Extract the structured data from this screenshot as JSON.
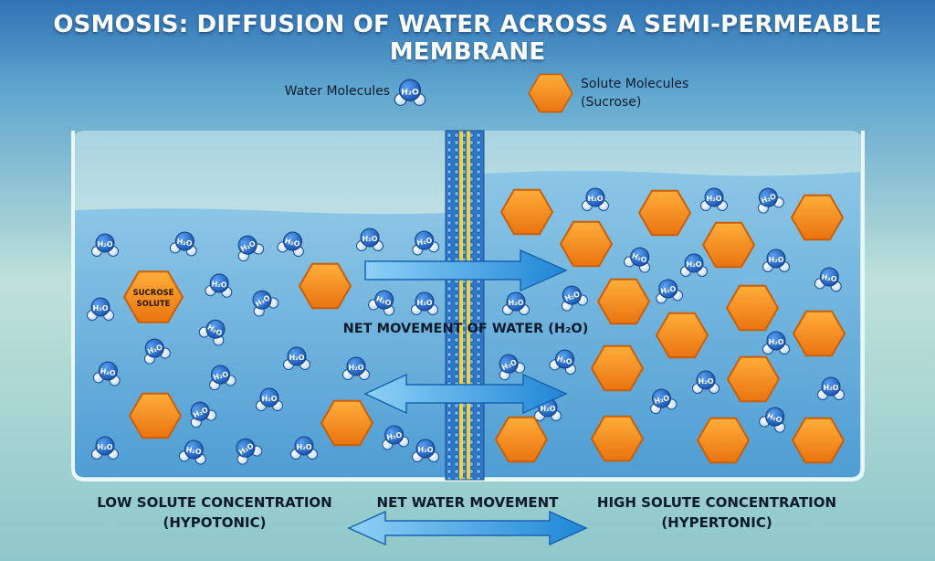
{
  "title": "OSMOSIS: DIFFUSION OF WATER ACROSS A SEMI-PERMEABLE MEMBRANE",
  "legend": {
    "water_label": "Water Molecules",
    "water_icon_text": "H₂O",
    "solute_label_line1": "Solute Molecules",
    "solute_label_line2": "(Sucrose)"
  },
  "sucrose_tag_line1": "SUCROSE",
  "sucrose_tag_line2": "SOLUTE",
  "net_movement_label": "NET MOVEMENT OF WATER (H₂O)",
  "low_side": {
    "line1": "LOW SOLUTE CONCENTRATION",
    "line2": "(HYPOTONIC)"
  },
  "high_side": {
    "line1": "HIGH SOLUTE CONCENTRATION",
    "line2": "(HYPERTONIC)"
  },
  "net_water_movement_label": "NET WATER MOVEMENT",
  "colors": {
    "water_blue": "#1f6fd0",
    "solute_orange": "#f28a1c",
    "membrane_yellow": "#f3d237",
    "arrow_blue": "#3a9ee0",
    "text_dark": "#0c1c2e"
  }
}
